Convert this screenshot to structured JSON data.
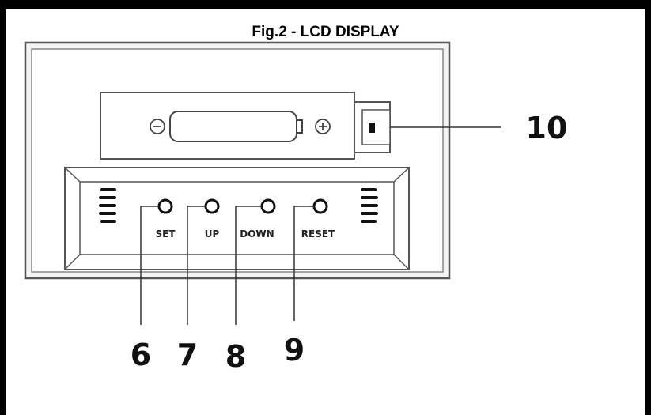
{
  "figure": {
    "title": "Fig.2 - LCD DISPLAY"
  },
  "buttons": [
    {
      "label": "SET",
      "callout": "6"
    },
    {
      "label": "UP",
      "callout": "7"
    },
    {
      "label": "DOWN",
      "callout": "8"
    },
    {
      "label": "RESET",
      "callout": "9"
    }
  ],
  "battery_compartment": {
    "callout": "10",
    "negative_symbol": "⊖",
    "positive_symbol": "⊕"
  },
  "colors": {
    "frame": "#000000",
    "outline": "#555555",
    "panel_fill": "#ffffff",
    "text": "#111111"
  }
}
